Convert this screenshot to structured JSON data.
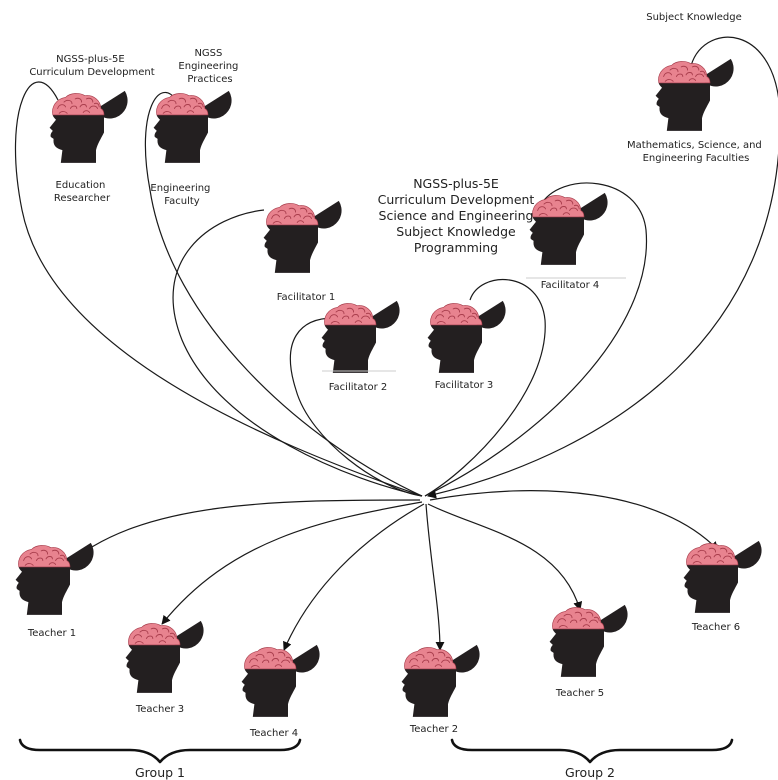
{
  "labels": {
    "edu_caption": "NGSS-plus-5E Curriculum Development",
    "eng_caption": "NGSS Engineering Practices",
    "subject_caption": "Subject Knowledge",
    "edu_researcher": "Education Researcher",
    "eng_faculty": "Engineering Faculty",
    "math_sci_eng": "Mathematics, Science, and Engineering Faculties",
    "facilitator_skills": [
      "NGSS-plus-5E",
      "Curriculum Development",
      "Science and Engineering",
      "Subject Knowledge",
      "Programming"
    ],
    "facilitator_1": "Facilitator 1",
    "facilitator_2": "Facilitator 2",
    "facilitator_3": "Facilitator 3",
    "facilitator_4": "Facilitator 4",
    "teacher_1": "Teacher 1",
    "teacher_2": "Teacher 2",
    "teacher_3": "Teacher 3",
    "teacher_4": "Teacher 4",
    "teacher_5": "Teacher 5",
    "teacher_6": "Teacher 6",
    "group_1": "Group 1",
    "group_2": "Group 2"
  },
  "colors": {
    "head": "#231f20",
    "brain": "#e8838f",
    "brain_line": "#a83d4c"
  }
}
